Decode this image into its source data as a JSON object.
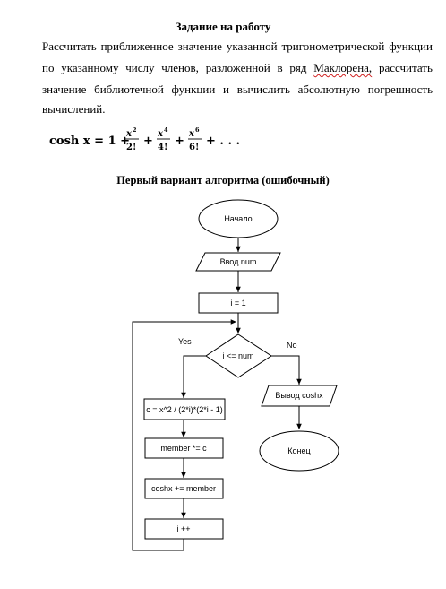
{
  "task": {
    "title": "Задание на работу",
    "line1_words": [
      "Рассчитать",
      "приближенное",
      "значение",
      "указанной",
      "тригонометрической",
      "функции"
    ],
    "line2_before": [
      "по",
      "указанному",
      "числу",
      "членов,",
      "разложенной",
      "в",
      "ряд"
    ],
    "line2_misspelled": "Маклорена,",
    "line2_after": [
      "рассчитать"
    ],
    "line3_words": [
      "значение",
      "библиотечной",
      "функции",
      "и",
      "вычислить",
      "абсолютную",
      "погрешность"
    ],
    "line4": "вычислений."
  },
  "formula": {
    "lhs": "cosh x = 1 +",
    "term1_num": "x",
    "term1_exp": "2",
    "term1_den": "2!",
    "term2_num": "x",
    "term2_exp": "4",
    "term2_den": "4!",
    "term3_num": "x",
    "term3_exp": "6",
    "term3_den": "6!",
    "plus": "+",
    "tail": "+ . . ."
  },
  "variant": {
    "title": "Первый вариант алгоритма (ошибочный)"
  },
  "flowchart": {
    "start": "Начало",
    "input": "Ввод num",
    "init": "i = 1",
    "condition": "i <= num",
    "yes_label": "Yes",
    "no_label": "No",
    "step1": "c = x^2 / (2*i)*(2*i - 1)",
    "step2": "member *= c",
    "step3": "coshx += member",
    "step4": "i ++",
    "output": "Вывод coshx",
    "end": "Конец"
  }
}
